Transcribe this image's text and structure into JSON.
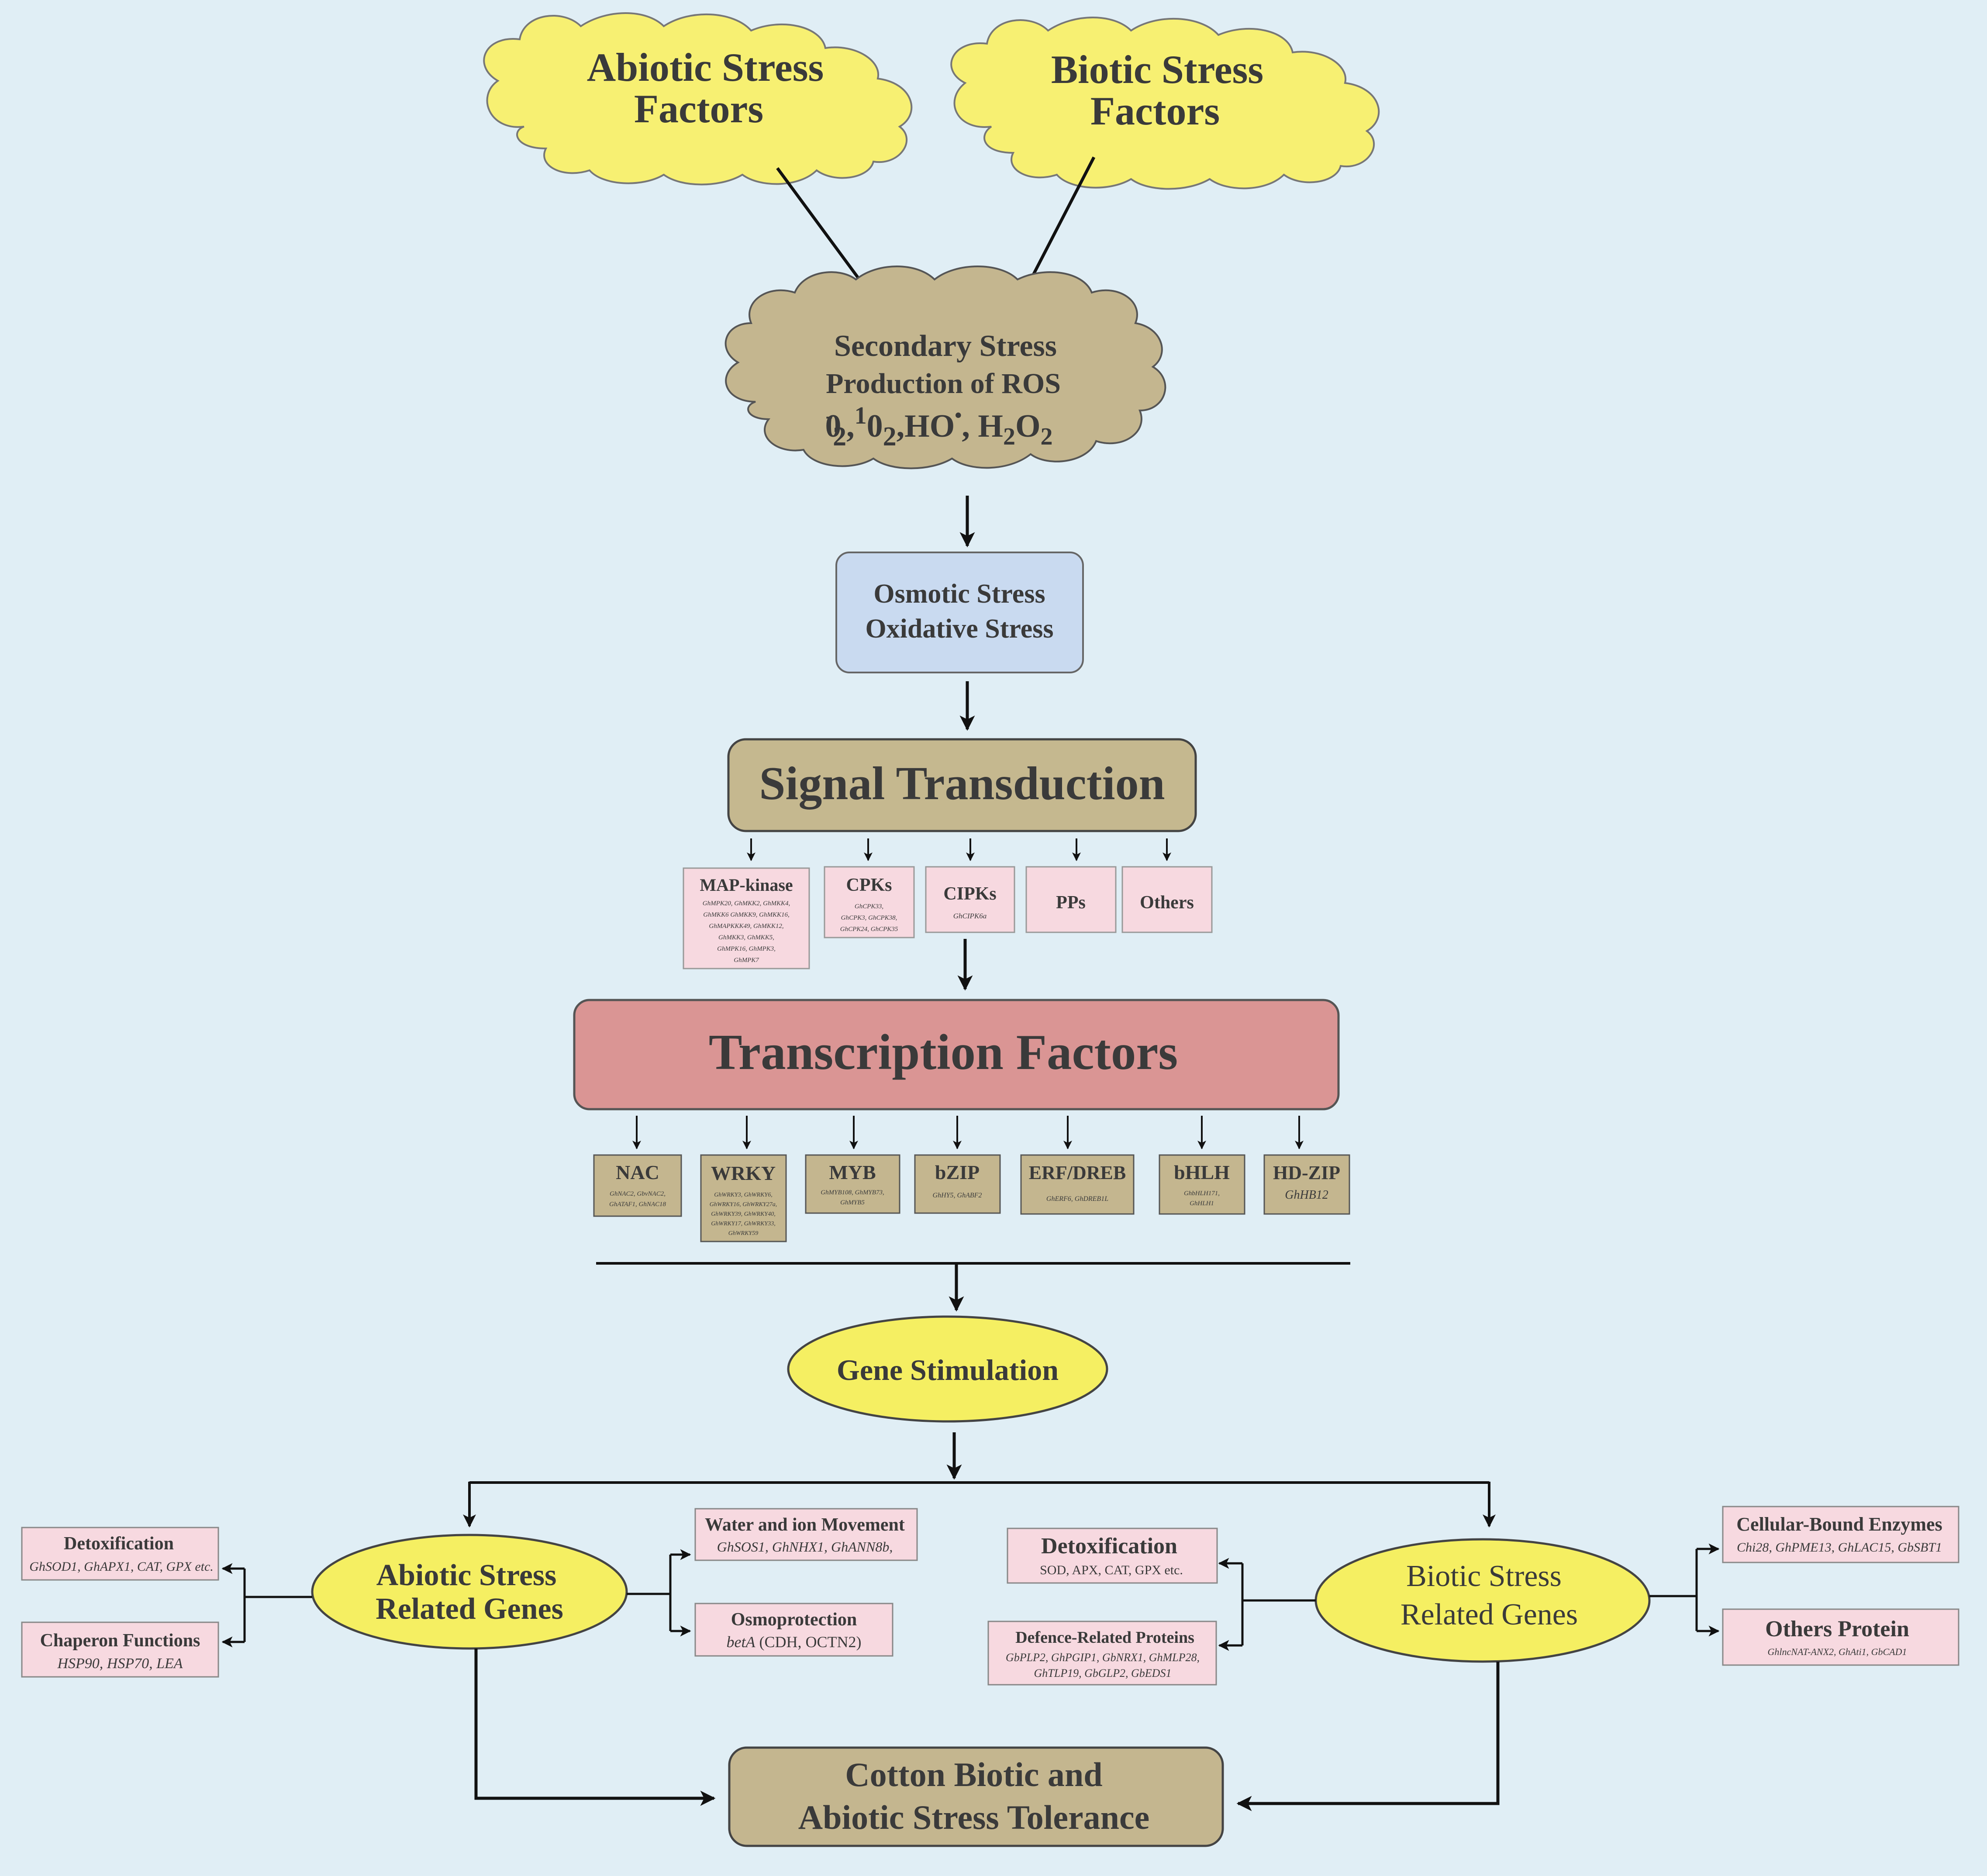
{
  "colors": {
    "background": "#e0eef5",
    "cloud_yellow": "#f7f072",
    "cloud_tan": "#c4b68f",
    "osmotic_blue": "#c9daf0",
    "signal_tan": "#c5b88f",
    "tf_red": "#da9594",
    "family_tan": "#c4b68f",
    "pink": "#f7d9e0",
    "ellipse_yellow": "#f5ef62"
  },
  "abiotic_cloud": {
    "line1": "Abiotic Stress",
    "line2": "Factors"
  },
  "biotic_cloud": {
    "line1": "Biotic Stress",
    "line2": "Factors"
  },
  "secondary": {
    "line1": "Secondary Stress",
    "line2": "Production of ROS",
    "ros": {
      "o2": "0",
      "o2_sup": "-",
      "o2_sub": "2",
      "sep1": ",",
      "singlet_sup": "1",
      "singlet": "0",
      "singlet_sub": "2",
      "sep2": ",",
      "ho": "HO",
      "ho_sup": "•",
      "sep3": ", ",
      "h": "H",
      "h_sub": "2",
      "o": "O",
      "o_sub": "2"
    }
  },
  "osmotic": {
    "line1": "Osmotic Stress",
    "line2": "Oxidative Stress"
  },
  "signal": {
    "title": "Signal Transduction"
  },
  "signal_boxes": [
    {
      "title": "MAP-kinase",
      "genes": [
        "GhMPK20, GhMKK2, GhMKK4,",
        "GhMKK6 GhMKK9, GhMKK16,",
        "GhMAPKKK49, GhMKK12,",
        "GhMKK3, GhMKK5,",
        "GhMPK16, GhMPK3,",
        "GhMPK7"
      ]
    },
    {
      "title": "CPKs",
      "genes": [
        "GhCPK33,",
        "GhCPK3, GhCPK38,",
        "GhCPK24, GhCPK35"
      ]
    },
    {
      "title": "CIPKs",
      "genes": [
        "GhCIPK6a"
      ]
    },
    {
      "title": "PPs",
      "genes": []
    },
    {
      "title": "Others",
      "genes": []
    }
  ],
  "tf": {
    "title": "Transcription Factors"
  },
  "tf_families": [
    {
      "title": "NAC",
      "genes": [
        "GhNAC2, GbvNAC2,",
        "GhATAF1, GhNAC18"
      ]
    },
    {
      "title": "WRKY",
      "genes": [
        "GhWRKY3, GhWRKY6,",
        "GhWRKY16, GhWRKY27a,",
        "GhWRKY39, GhWRKY40,",
        "GhWRKY17, GhWRKY33,",
        "GhWRKY59"
      ]
    },
    {
      "title": "MYB",
      "genes": [
        "GhMYB108, GhMYB73,",
        "GhMYB5"
      ]
    },
    {
      "title": "bZIP",
      "genes": [
        "GhHY5, GhABF2"
      ]
    },
    {
      "title": "ERF/DREB",
      "genes": [
        "GhERF6, GhDREB1L"
      ]
    },
    {
      "title": "bHLH",
      "genes": [
        "GhbHLH171,",
        "GhHLH1"
      ]
    },
    {
      "title": "HD-ZIP",
      "genes": [
        "GhHB12"
      ]
    }
  ],
  "gene_stimulation": "Gene Stimulation",
  "abiotic_genes": {
    "line1": "Abiotic Stress",
    "line2": "Related Genes"
  },
  "biotic_genes": {
    "line1": "Biotic Stress",
    "line2": "Related Genes"
  },
  "abiotic_left": [
    {
      "title": "Detoxification",
      "genes": [
        "GhSOD1, GhAPX1, CAT, GPX etc."
      ]
    },
    {
      "title": "Chaperon Functions",
      "genes": [
        "HSP90, HSP70, LEA"
      ]
    }
  ],
  "abiotic_right": [
    {
      "title": "Water and ion Movement",
      "genes": [
        "GhSOS1, GhNHX1, GhANN8b,"
      ]
    },
    {
      "title": "Osmoprotection",
      "genes_prefix": "betA",
      "genes_suffix": " (CDH, OCTN2)"
    }
  ],
  "biotic_left": [
    {
      "title": "Detoxification",
      "genes": [
        "SOD, APX, CAT, GPX etc."
      ]
    },
    {
      "title": "Defence-Related Proteins",
      "genes": [
        "GbPLP2, GhPGIP1, GbNRX1, GhMLP28,",
        "GhTLP19, GbGLP2, GbEDS1"
      ]
    }
  ],
  "biotic_right": [
    {
      "title": "Cellular-Bound Enzymes",
      "genes": [
        "Chi28, GhPME13, GhLAC15, GbSBT1"
      ]
    },
    {
      "title": "Others Protein",
      "genes": [
        "GhlncNAT-ANX2, GhAti1, GbCAD1"
      ]
    }
  ],
  "tolerance": {
    "line1": "Cotton Biotic and",
    "line2": "Abiotic Stress Tolerance"
  }
}
